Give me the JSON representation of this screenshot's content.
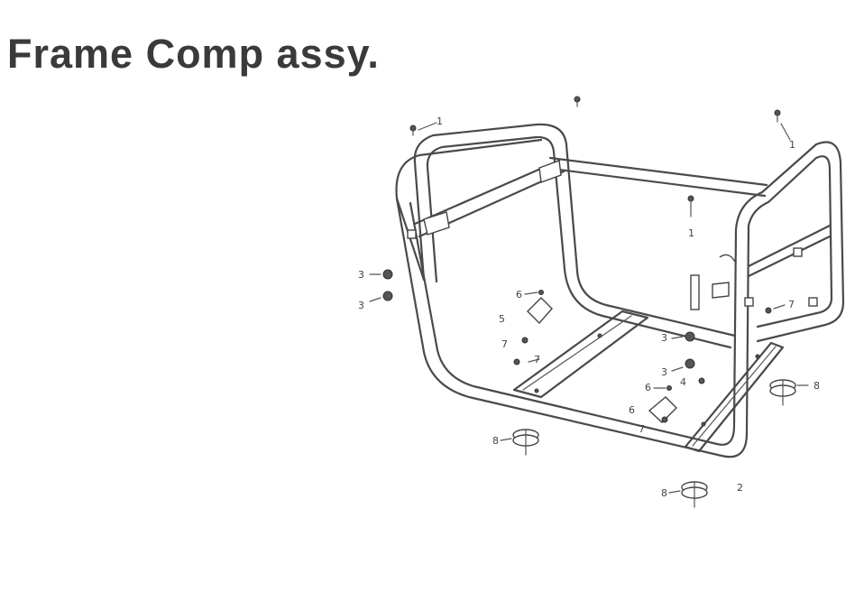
{
  "title": "Frame Comp assy.",
  "labels": [
    "1",
    "2",
    "3",
    "4",
    "5",
    "6",
    "7",
    "8"
  ]
}
